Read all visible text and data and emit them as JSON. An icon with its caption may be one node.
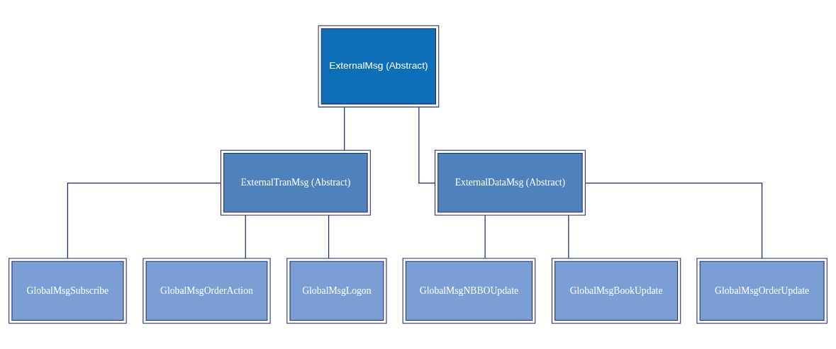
{
  "diagram": {
    "nodes": [
      {
        "text": [
          "ExternalMsg (Abstract)"
        ]
      },
      {
        "text": [
          "ExternalTranMsg (Abstract)"
        ]
      },
      {
        "text": [
          "ExternalDataMsg (Abstract)"
        ]
      },
      {
        "text": [
          "GlobalMsgSubscribe"
        ]
      },
      {
        "text": [
          "GlobalMsgOrderAction"
        ]
      },
      {
        "text": [
          "GlobalMsgLogon"
        ]
      },
      {
        "text": [
          "GlobalMsgNBBOUpdate"
        ]
      },
      {
        "text": [
          "GlobalMsgBookUpdate"
        ]
      },
      {
        "text": [
          "GlobalMsgOrderUpdate"
        ]
      }
    ],
    "edges": [
      {
        "from": 0,
        "to": 1,
        "arrow": "none"
      },
      {
        "from": 0,
        "to": 2,
        "arrow": "none"
      },
      {
        "from": 1,
        "to": 3,
        "arrow": "none"
      },
      {
        "from": 1,
        "to": 4,
        "arrow": "none"
      },
      {
        "from": 1,
        "to": 5,
        "arrow": "none"
      },
      {
        "from": 2,
        "to": 6,
        "arrow": "none"
      },
      {
        "from": 2,
        "to": 7,
        "arrow": "none"
      },
      {
        "from": 2,
        "to": 8,
        "arrow": "none"
      }
    ]
  }
}
